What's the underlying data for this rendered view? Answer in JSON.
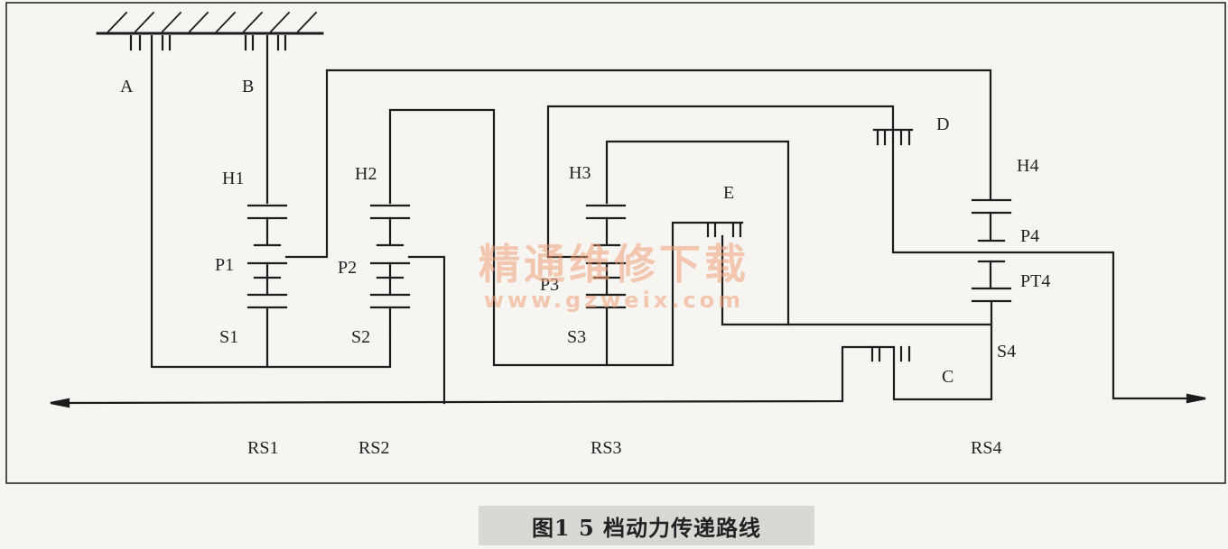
{
  "labels": {
    "A": "A",
    "B": "B",
    "C": "C",
    "D": "D",
    "E": "E",
    "H1": "H1",
    "P1": "P1",
    "S1": "S1",
    "H2": "H2",
    "P2": "P2",
    "S2": "S2",
    "H3": "H3",
    "P3": "P3",
    "S3": "S3",
    "H4": "H4",
    "P4": "P4",
    "PT4": "PT4",
    "S4": "S4",
    "RS1": "RS1",
    "RS2": "RS2",
    "RS3": "RS3",
    "RS4": "RS4"
  },
  "caption": "图1 5 档动力传递路线",
  "watermark": {
    "cn": "精通维修下载",
    "url": "www.gzweix.com"
  },
  "colors": {
    "line": "#1c1c1c",
    "watermark": "#f0a078",
    "background": "#f6f5f2"
  }
}
